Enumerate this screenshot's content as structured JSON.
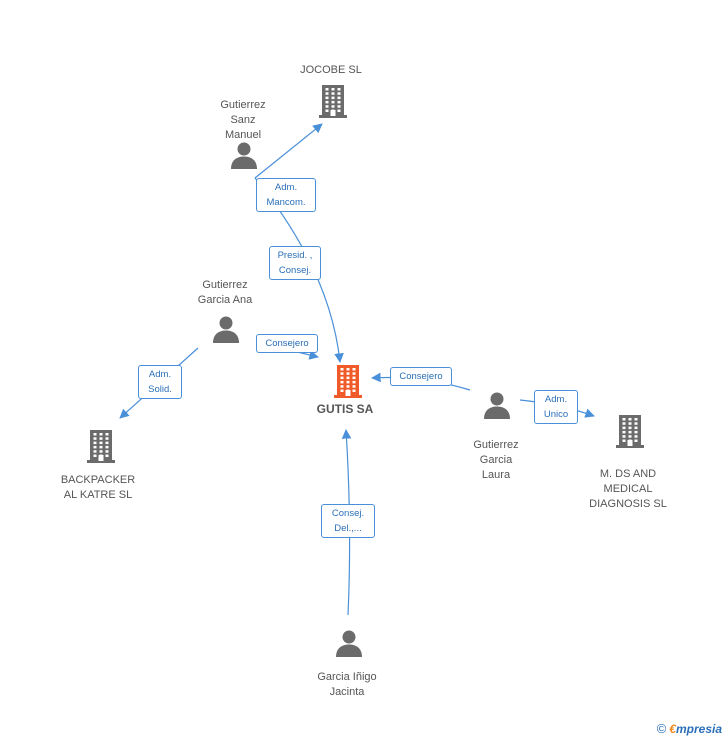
{
  "colors": {
    "edge": "#4a90d9",
    "node_icon": "#6b6b6b",
    "main_icon": "#f05a28"
  },
  "nodes": [
    {
      "id": "gutis",
      "label": "GUTIS SA",
      "kind": "company",
      "main": true
    },
    {
      "id": "jocobe",
      "label": "JOCOBE SL",
      "kind": "company"
    },
    {
      "id": "gsm",
      "label": "Gutierrez\nSanz\nManuel",
      "kind": "person"
    },
    {
      "id": "gga",
      "label": "Gutierrez\nGarcia Ana",
      "kind": "person"
    },
    {
      "id": "backpacker",
      "label": "BACKPACKER\nAL KATRE SL",
      "kind": "company"
    },
    {
      "id": "ggl",
      "label": "Gutierrez\nGarcia\nLaura",
      "kind": "person"
    },
    {
      "id": "mds",
      "label": "M. DS AND\nMEDICAL\nDIAGNOSIS SL",
      "kind": "company"
    },
    {
      "id": "gij",
      "label": "Garcia Iñigo\nJacinta",
      "kind": "person"
    }
  ],
  "edges": [
    {
      "id": "e1",
      "from": "gsm",
      "to": "jocobe",
      "label": "Adm.\nMancom."
    },
    {
      "id": "e2",
      "from": "gsm",
      "to": "gutis",
      "label": "Presid. ,\nConsej."
    },
    {
      "id": "e3",
      "from": "gga",
      "to": "gutis",
      "label": "Consejero"
    },
    {
      "id": "e4",
      "from": "gga",
      "to": "backpacker",
      "label": "Adm.\nSolid."
    },
    {
      "id": "e5",
      "from": "ggl",
      "to": "gutis",
      "label": "Consejero"
    },
    {
      "id": "e6",
      "from": "ggl",
      "to": "mds",
      "label": "Adm.\nUnico"
    },
    {
      "id": "e7",
      "from": "gij",
      "to": "gutis",
      "label": "Consej.\nDel.,..."
    }
  ],
  "footer": {
    "copyright_symbol": "©",
    "brand_initial": "€",
    "brand_rest": "mpresia"
  }
}
